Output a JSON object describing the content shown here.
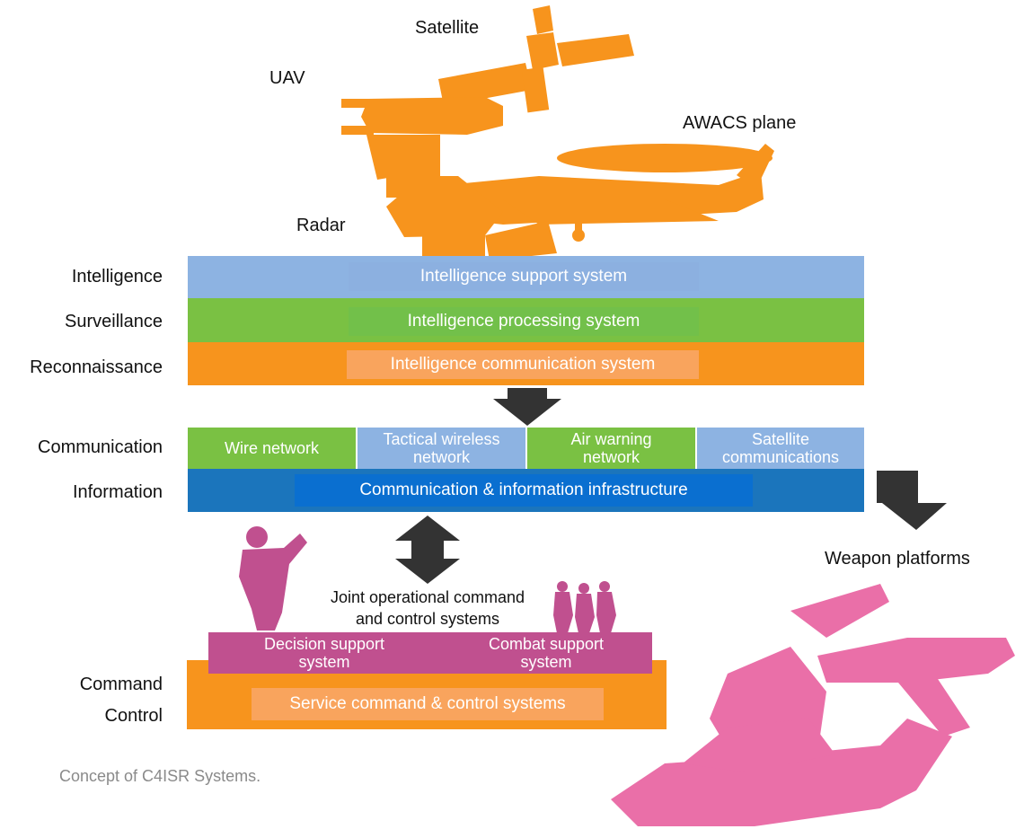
{
  "colors": {
    "orange": "#f7941d",
    "light_orange": "#f9a45d",
    "blue_light": "#8db3e2",
    "green": "#7ac143",
    "blue_dark": "#1b75bc",
    "blue_mid": "#0072ce",
    "magenta": "#c0508f",
    "pink": "#ea6fa8",
    "arrow": "#333333"
  },
  "top_labels": {
    "satellite": "Satellite",
    "uav": "UAV",
    "awacs": "AWACS plane",
    "radar": "Radar"
  },
  "left_labels": {
    "intelligence": "Intelligence",
    "surveillance": "Surveillance",
    "reconnaissance": "Reconnaissance",
    "communication": "Communication",
    "information": "Information",
    "command": "Command",
    "control": "Control"
  },
  "isr_bands": {
    "intelligence_support": "Intelligence support system",
    "intelligence_processing": "Intelligence processing system",
    "intelligence_communication": "Intelligence communication system"
  },
  "networks": [
    {
      "label": "Wire network"
    },
    {
      "label": "Tactical wireless\nnetwork"
    },
    {
      "label": "Air warning\nnetwork"
    },
    {
      "label": "Satellite\ncommunications"
    }
  ],
  "infrastructure": "Communication & information infrastructure",
  "joint_command": "Joint operational command\nand control systems",
  "decision_support": "Decision support\nsystem",
  "combat_support": "Combat support\nsystem",
  "service_command": "Service command & control systems",
  "weapon_platforms": "Weapon platforms",
  "caption": "Concept of C4ISR Systems.",
  "icons": [
    "satellite-icon",
    "uav-icon",
    "awacs-plane-icon",
    "radar-icon",
    "soldier-icon",
    "troops-icon",
    "weapon-platforms-icon",
    "arrow-down-icon",
    "arrow-updown-icon",
    "arrow-down-right-icon"
  ]
}
